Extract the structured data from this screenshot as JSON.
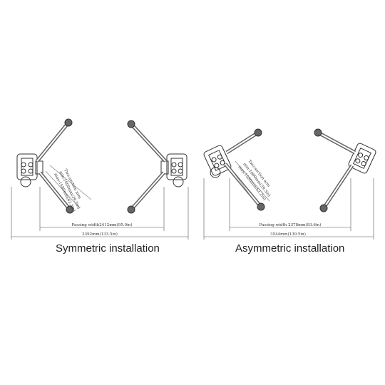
{
  "symmetric": {
    "caption": "Symmetric installation",
    "passing_width": "Passing width2412mm(95.0in)",
    "overall_width": "3392mm(133.5in)",
    "arm_note": [
      "Two-section arm",
      "min:1000mm(39.3in)",
      "max:1580mm(62.2in)"
    ]
  },
  "asymmetric": {
    "caption": "Asymmetric installation",
    "passing_width": "Passing width 2378mm(93.6in)",
    "overall_width": "3544mm(139.5in)",
    "arm_note": [
      "Two-section arm",
      "min:1000mm(39.3in)",
      "max:1580mm(62.2in)"
    ]
  },
  "colors": {
    "line": "#333333",
    "dim": "#555555",
    "caption": "#222222"
  }
}
